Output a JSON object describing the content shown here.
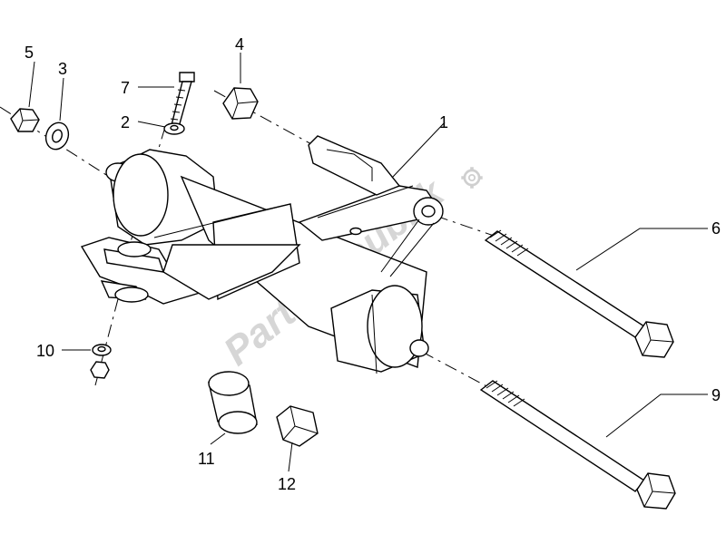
{
  "watermark": {
    "text": "PartsRepublik"
  },
  "callouts": [
    {
      "id": "1",
      "label": "1"
    },
    {
      "id": "2",
      "label": "2"
    },
    {
      "id": "3",
      "label": "3"
    },
    {
      "id": "4",
      "label": "4"
    },
    {
      "id": "5",
      "label": "5"
    },
    {
      "id": "6",
      "label": "6"
    },
    {
      "id": "7",
      "label": "7"
    },
    {
      "id": "9",
      "label": "9"
    },
    {
      "id": "10",
      "label": "10"
    },
    {
      "id": "11",
      "label": "11"
    },
    {
      "id": "12",
      "label": "12"
    }
  ],
  "colors": {
    "line": "#000000",
    "background": "#ffffff",
    "watermark": "#d6d6d6"
  }
}
